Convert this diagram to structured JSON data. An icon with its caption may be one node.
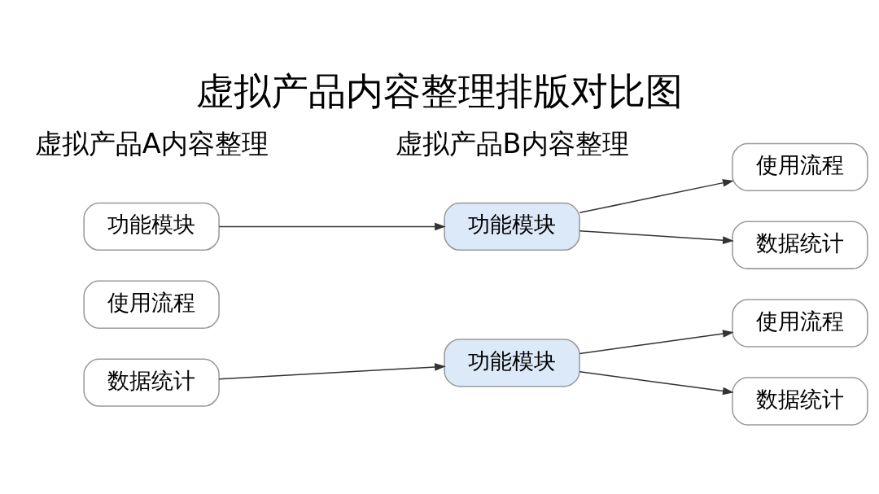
{
  "diagram": {
    "title": "虚拟产品内容整理排版对比图",
    "nodes": [
      {
        "text": [
          "功能模块"
        ]
      },
      {
        "text": [
          "使用流程"
        ]
      },
      {
        "text": [
          "数据统计"
        ]
      },
      {
        "text": [
          "功能模块"
        ]
      },
      {
        "text": [
          "使用流程"
        ]
      },
      {
        "text": [
          "数据统计"
        ]
      },
      {
        "text": [
          "功能模块"
        ]
      },
      {
        "text": [
          "使用流程"
        ]
      },
      {
        "text": [
          "数据统计"
        ]
      }
    ],
    "edges": [
      {
        "from": 0,
        "to": 3,
        "arrow": "to"
      },
      {
        "from": 3,
        "to": 4,
        "arrow": "to"
      },
      {
        "from": 3,
        "to": 5,
        "arrow": "to"
      },
      {
        "from": 2,
        "to": 6,
        "arrow": "to"
      },
      {
        "from": 6,
        "to": 7,
        "arrow": "to"
      },
      {
        "from": 6,
        "to": 8,
        "arrow": "to"
      }
    ],
    "labels": [
      "虚拟产品A内容整理",
      "虚拟产品B内容整理"
    ]
  }
}
